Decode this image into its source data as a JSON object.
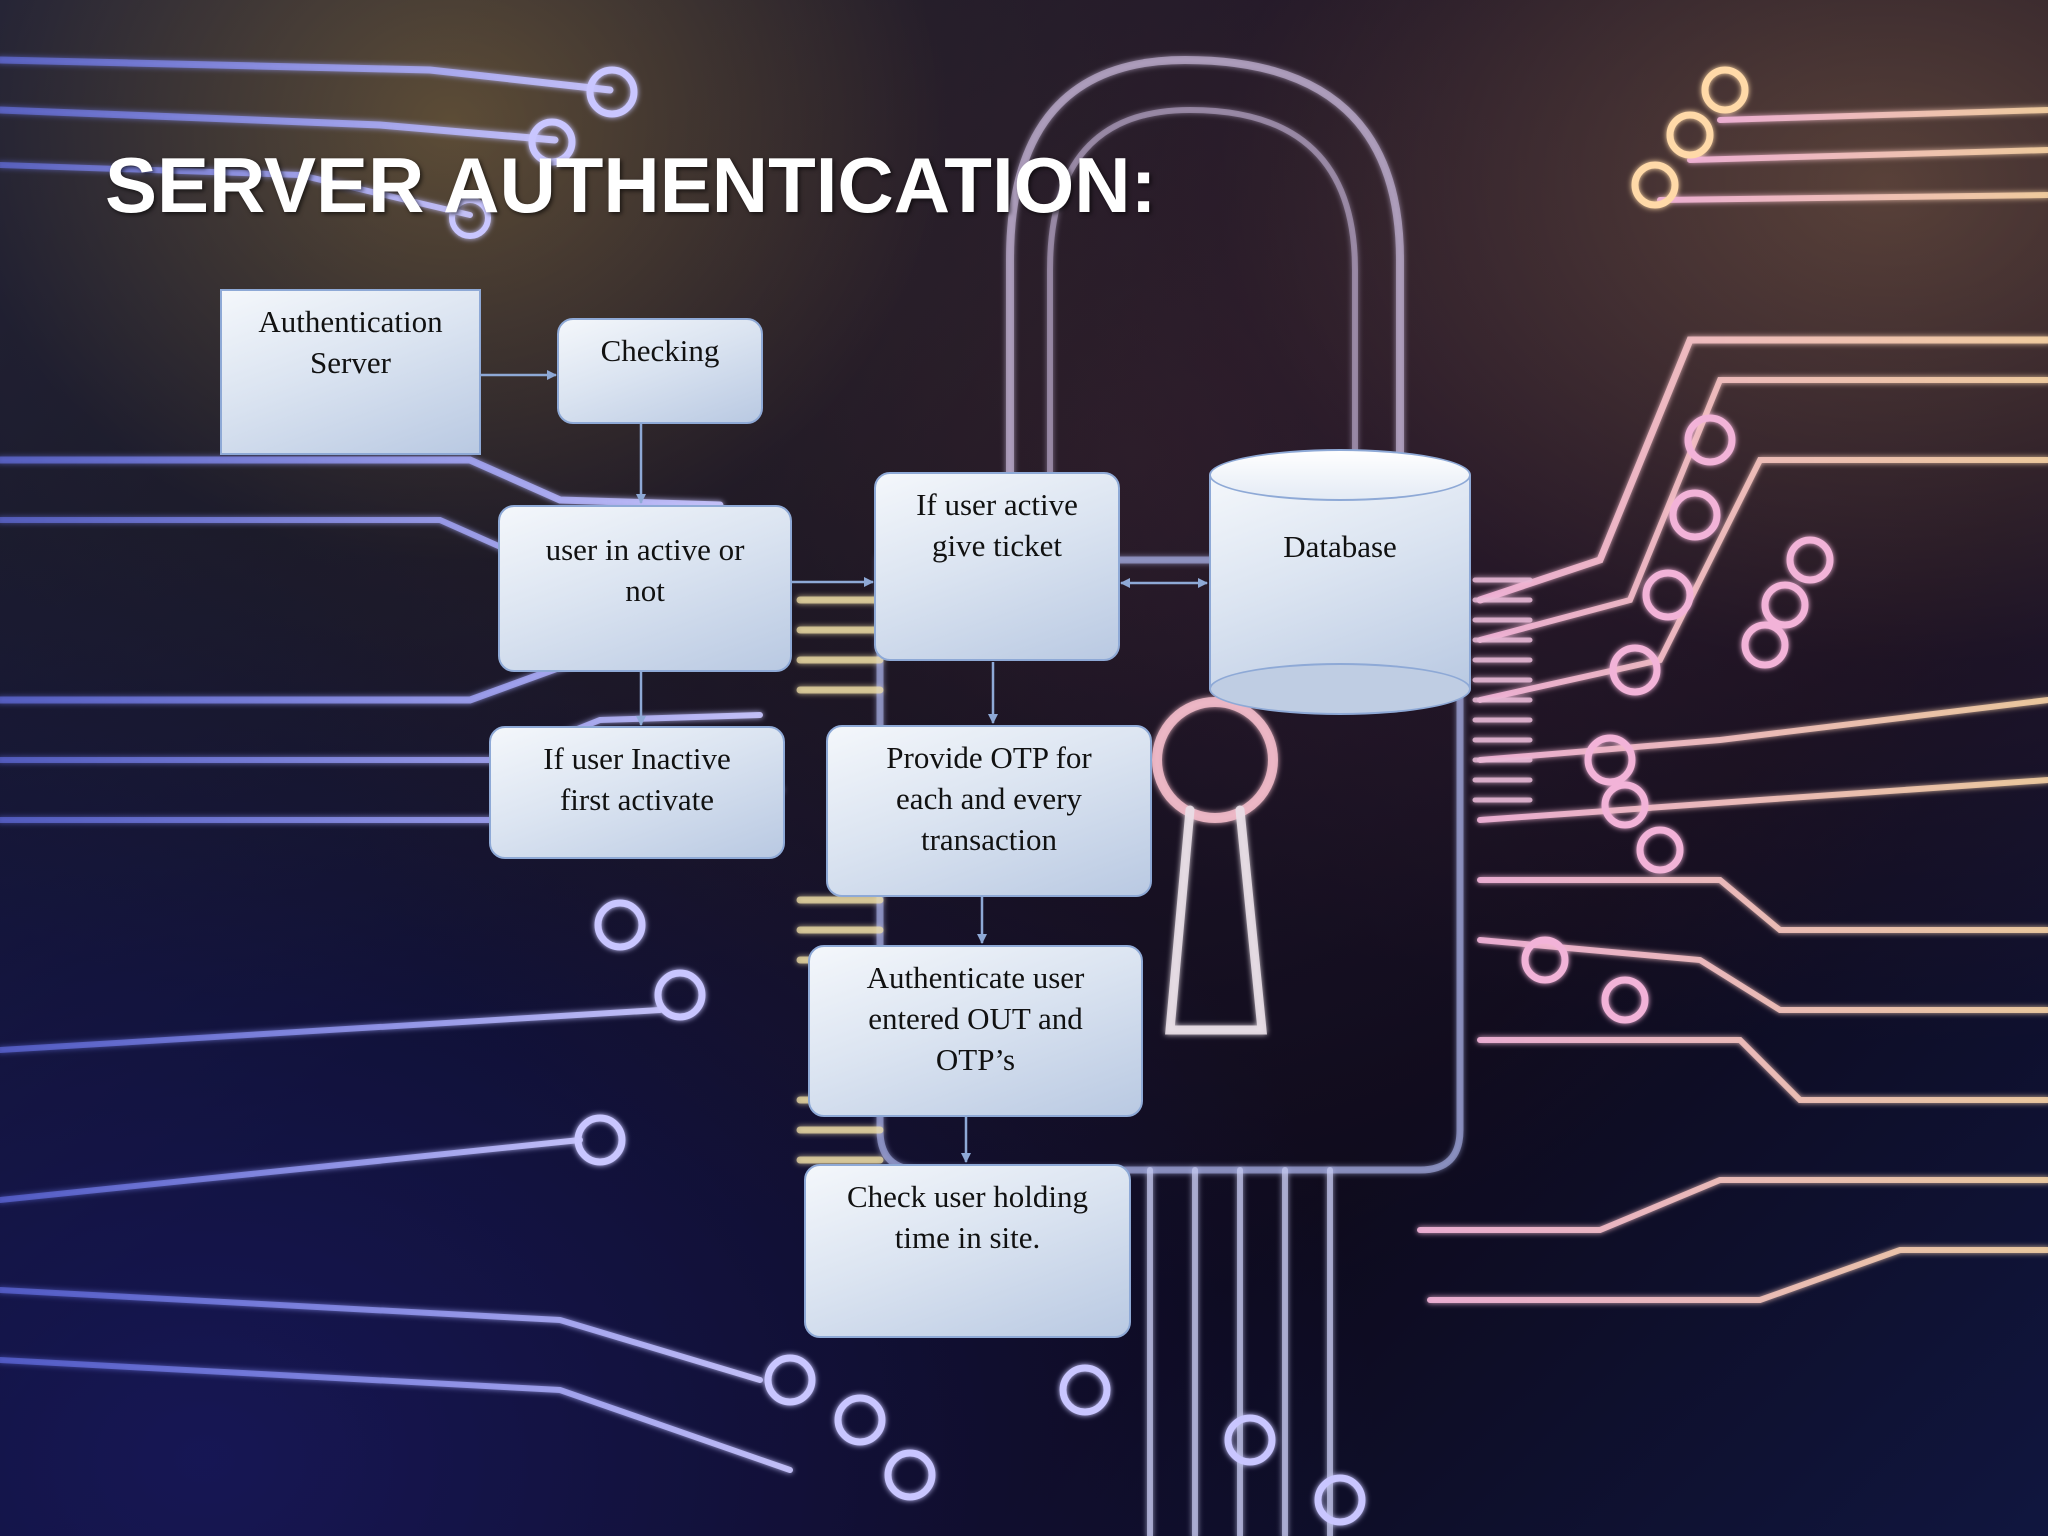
{
  "slide": {
    "title": "SERVER AUTHENTICATION:"
  },
  "diagram": {
    "nodes": {
      "auth_server": [
        "Authentication",
        "Server"
      ],
      "checking": [
        "Checking"
      ],
      "active_check": [
        "user in active or",
        "not"
      ],
      "give_ticket": [
        "If user active",
        "give ticket"
      ],
      "database": [
        "Database"
      ],
      "activate": [
        "If user Inactive",
        "first activate"
      ],
      "provide_otp": [
        "Provide OTP for",
        "each and every",
        "transaction"
      ],
      "authenticate": [
        "Authenticate user",
        "entered OUT and",
        "OTP’s"
      ],
      "holding_time": [
        "Check user holding",
        "time in site."
      ]
    },
    "edges": [
      [
        "auth_server",
        "checking"
      ],
      [
        "checking",
        "active_check"
      ],
      [
        "active_check",
        "give_ticket"
      ],
      [
        "give_ticket",
        "database",
        "bidirectional"
      ],
      [
        "active_check",
        "activate"
      ],
      [
        "give_ticket",
        "provide_otp"
      ],
      [
        "provide_otp",
        "authenticate"
      ],
      [
        "authenticate",
        "holding_time"
      ]
    ]
  },
  "colors": {
    "box_border": "#8ea9d6",
    "connector": "#8ea9d6",
    "title": "#ffffff"
  }
}
